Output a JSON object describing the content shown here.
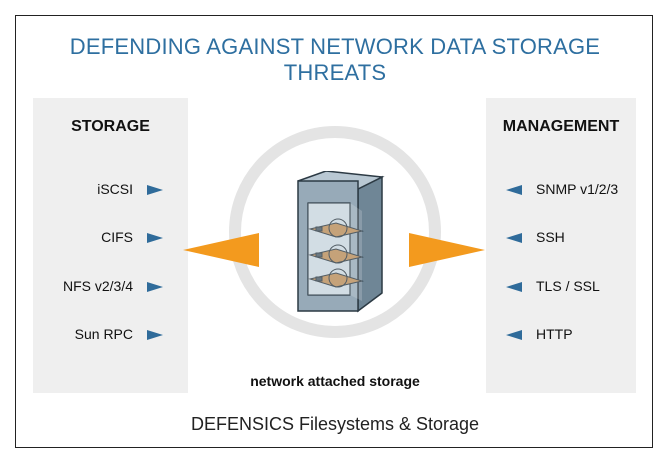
{
  "title": "DEFENDING AGAINST NETWORK DATA STORAGE THREATS",
  "storage": {
    "heading": "STORAGE",
    "items": [
      "iSCSI",
      "CIFS",
      "NFS v2/3/4",
      "Sun RPC"
    ]
  },
  "management": {
    "heading": "MANAGEMENT",
    "items": [
      "SNMP v1/2/3",
      "SSH",
      "TLS / SSL",
      "HTTP"
    ]
  },
  "center_caption": "network attached storage",
  "footer": "DEFENSICS Filesystems & Storage",
  "colors": {
    "title": "#2e6fa0",
    "protocol_arrows": "#2f6b9a",
    "threat_arrows": "#f39a1e",
    "panel_bg": "#efefef",
    "ring": "#e4e4e4"
  },
  "icons": {
    "center": "nas-device-icon",
    "storage_pointer": "right-triangle-icon",
    "management_pointer": "left-triangle-icon"
  }
}
